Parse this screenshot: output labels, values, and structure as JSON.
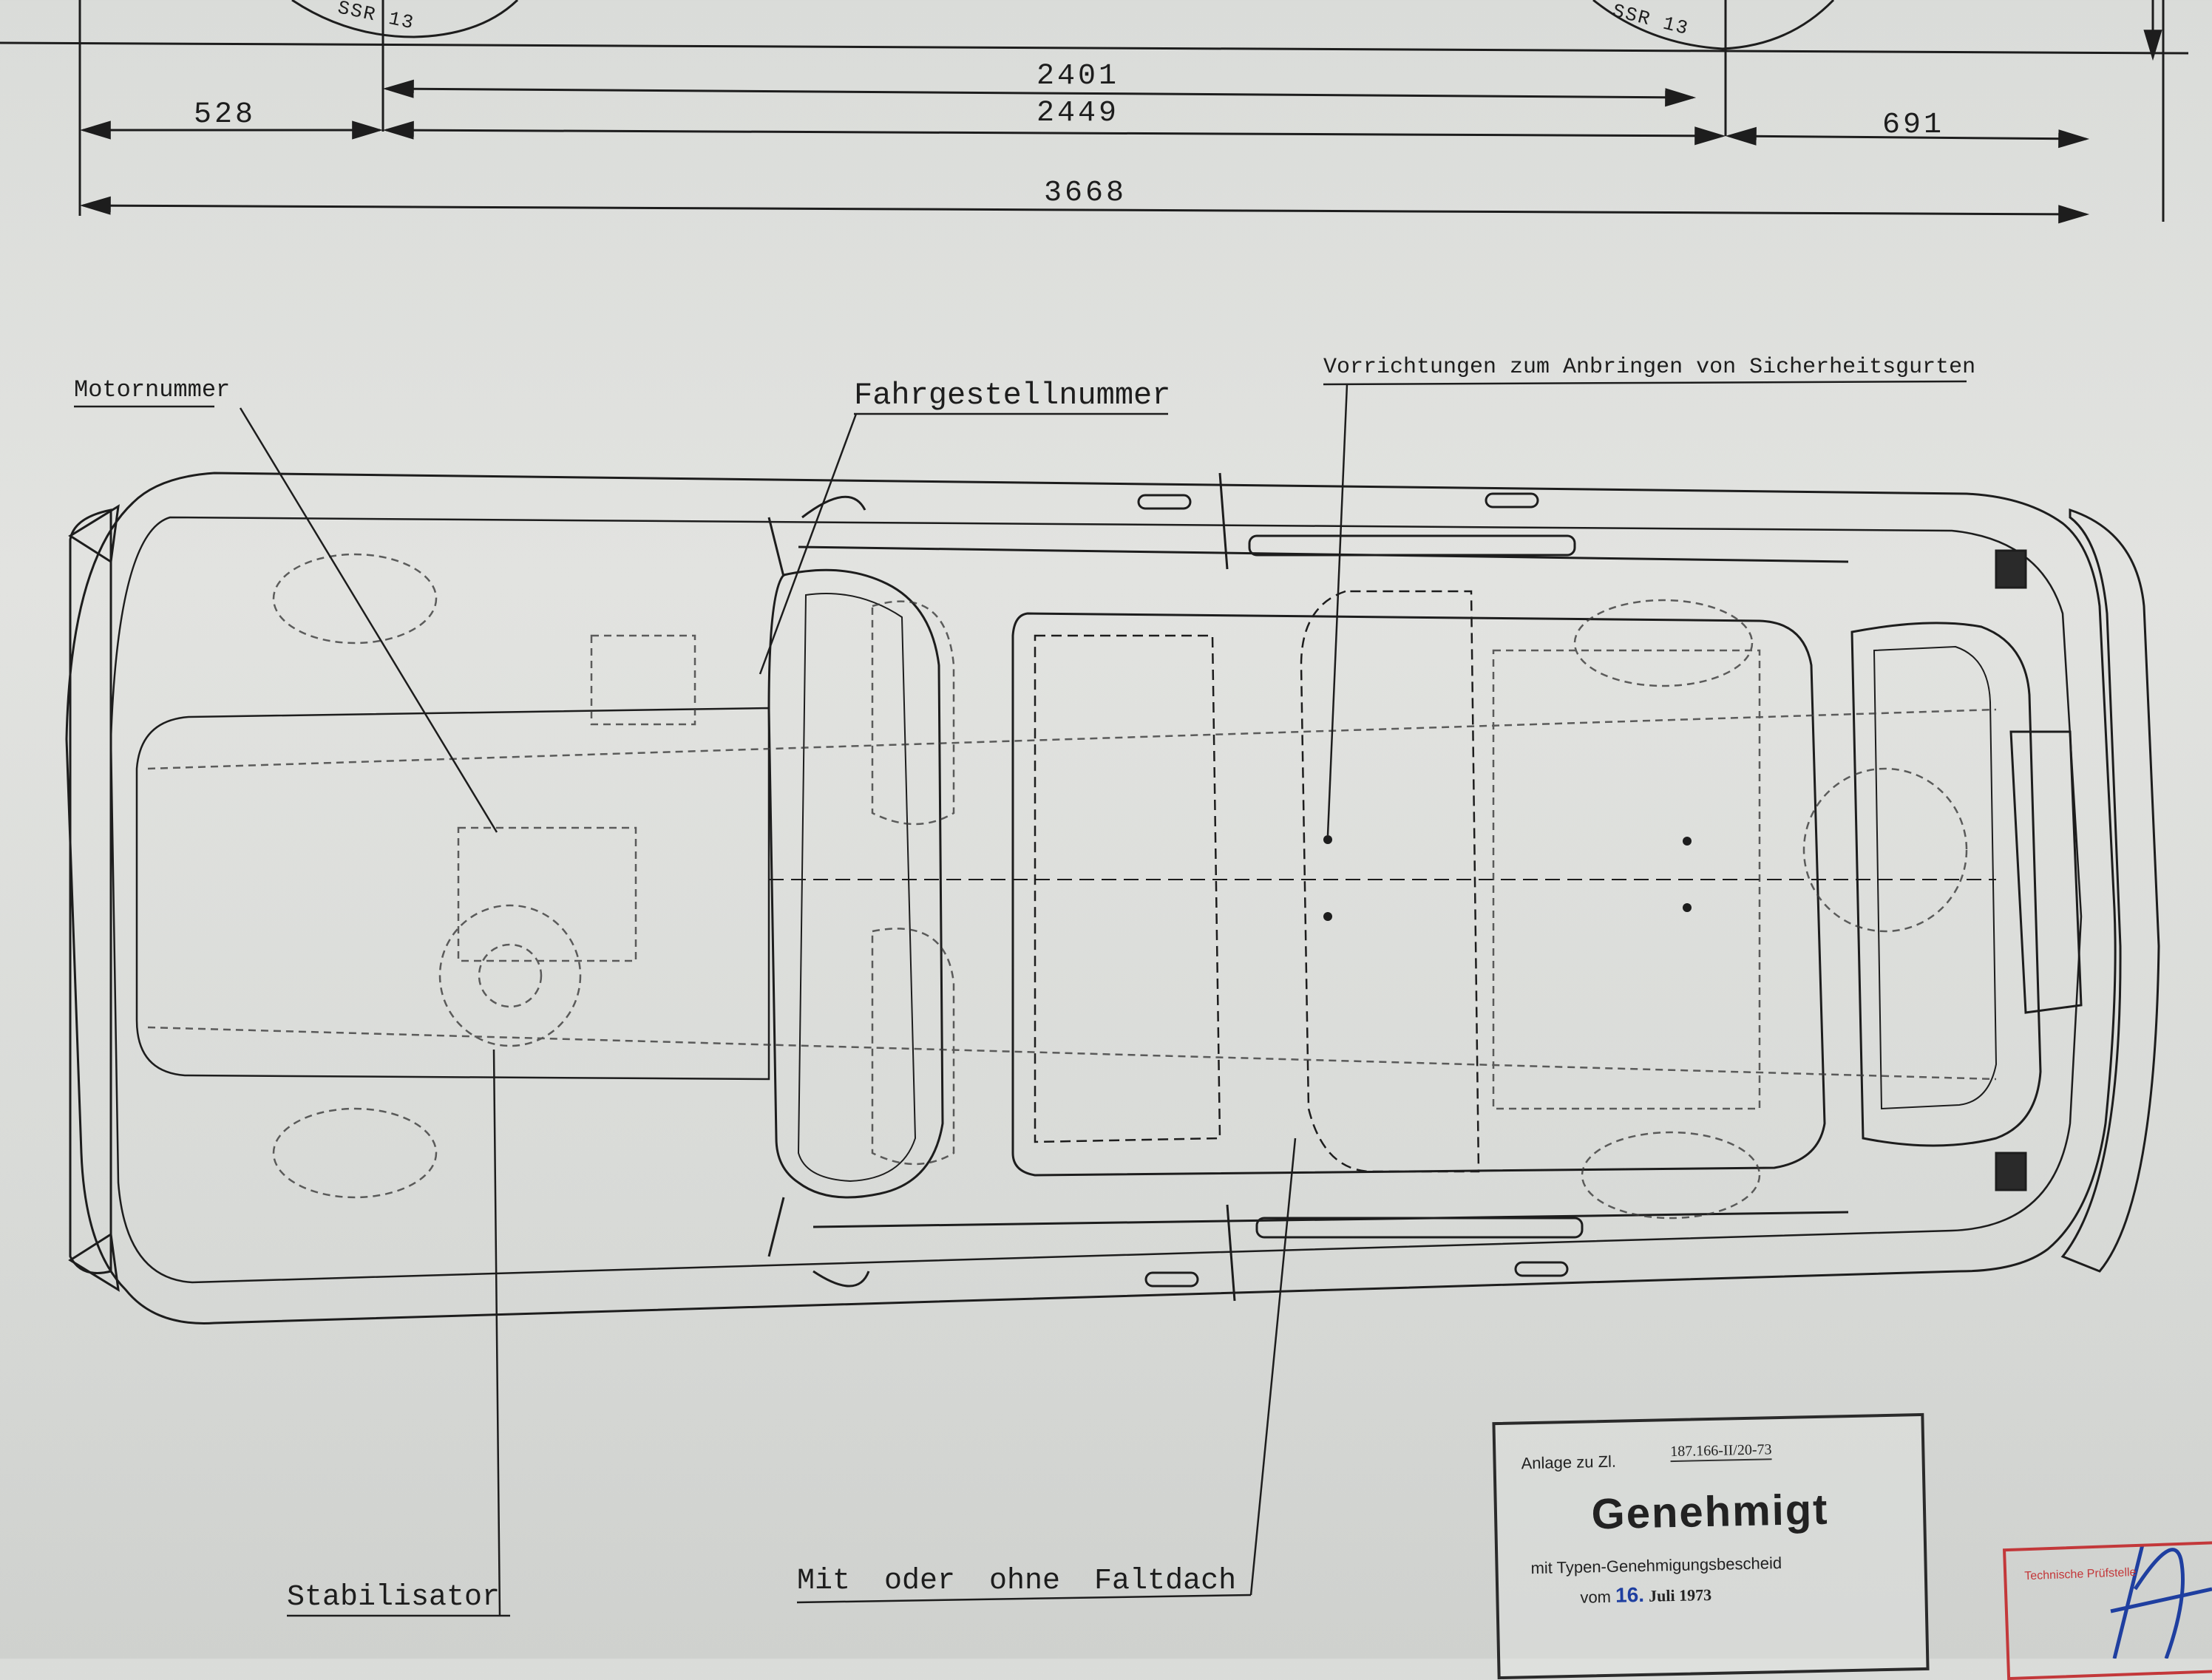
{
  "dimensions": {
    "wheelbase_upper": "2401",
    "wheelbase_lower": "2449",
    "front_overhang": "528",
    "rear_overhang": "691",
    "overall_length": "3668"
  },
  "tyre_marks": {
    "front": "SSR 13",
    "rear": "SSR 13"
  },
  "callouts": {
    "engine_number": "Motornummer",
    "chassis_number": "Fahrgestellnummer",
    "seatbelt_anchors": "Vorrichtungen zum Anbringen von Sicherheitsgurten",
    "stabilizer": "Stabilisator",
    "sunroof": "Mit oder ohne Faltdach"
  },
  "stamp": {
    "annex": "Anlage zu Zl.",
    "reference": "187.166-II/20-73",
    "title": "Genehmigt",
    "line1": "mit Typen-Genehmigungsbescheid",
    "date_prefix": "vom",
    "day": "16.",
    "date": "Juli 1973"
  },
  "red_stamp": {
    "text": "Technische Prüfstelle"
  },
  "colors": {
    "ink": "#1d1d1d",
    "paper": "#dcdedb",
    "stamp_ink_blue": "#1f3fa0",
    "stamp_ink_red": "#c3383a"
  }
}
